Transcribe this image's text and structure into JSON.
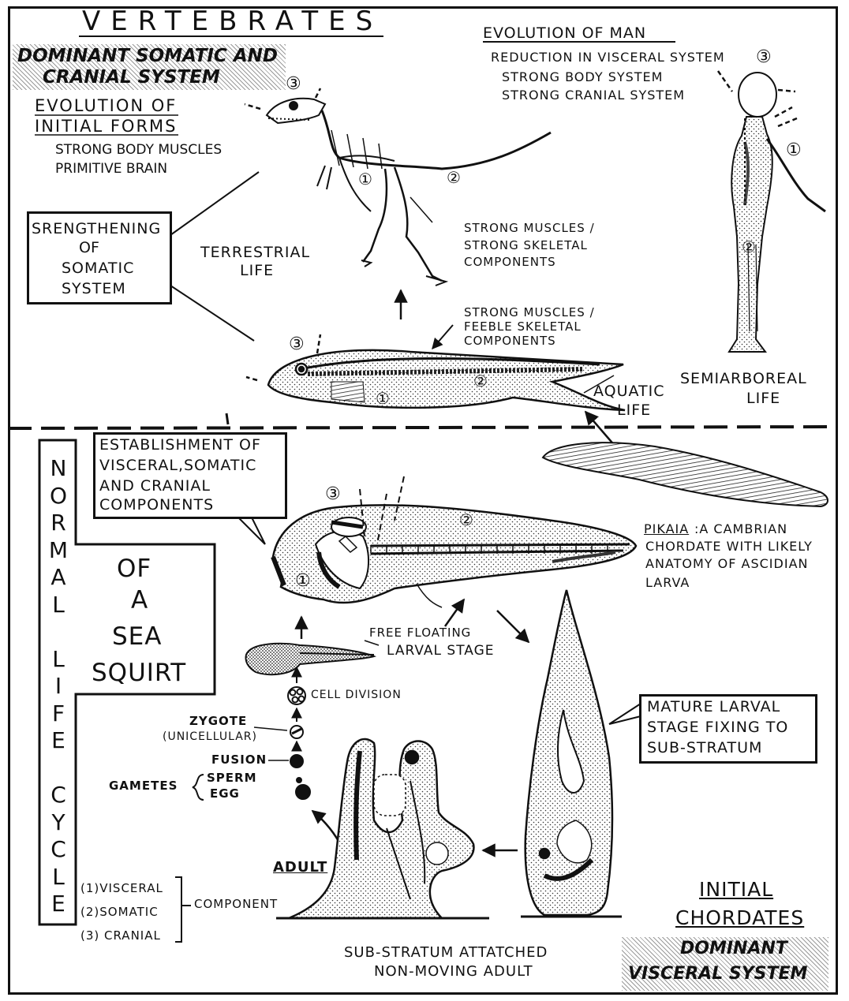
{
  "top": {
    "title": "VERTEBRATES",
    "dominant": [
      "DOMINANT SOMATIC AND",
      "CRANIAL SYSTEM"
    ],
    "initial_forms": [
      "EVOLUTION OF",
      "INITIAL FORMS"
    ],
    "initial_traits": [
      "STRONG BODY MUSCLES",
      "PRIMITIVE BRAIN"
    ],
    "strengthening": [
      "SRENGTHENING",
      "OF",
      "SOMATIC",
      "SYSTEM"
    ],
    "terrestrial": [
      "TERRESTRIAL",
      "LIFE"
    ],
    "strong_strong": [
      "STRONG MUSCLES /",
      "STRONG SKELETAL",
      "COMPONENTS"
    ],
    "strong_feeble": [
      "STRONG MUSCLES /",
      "FEEBLE SKELETAL",
      "COMPONENTS"
    ],
    "aquatic": [
      "AQUATIC",
      "LIFE"
    ],
    "semiarboreal": [
      "SEMIARBOREAL",
      "LIFE"
    ],
    "man_title": "EVOLUTION OF MAN",
    "man_traits": [
      "REDUCTION IN VISCERAL SYSTEM",
      "STRONG BODY SYSTEM",
      "STRONG CRANIAL SYSTEM"
    ]
  },
  "bottom": {
    "side_title": [
      "N",
      "O",
      "R",
      "M",
      "A",
      "L",
      " ",
      "L",
      "I",
      "F",
      "E",
      " ",
      "C",
      "Y",
      "C",
      "L",
      "E"
    ],
    "of_sea_squirt": [
      "OF",
      "A",
      "SEA",
      "SQUIRT"
    ],
    "establishment": [
      "ESTABLISHMENT OF",
      "VISCERAL,SOMATIC",
      "AND CRANIAL",
      "COMPONENTS"
    ],
    "pikaia_name": "PIKAIA",
    "pikaia_desc": [
      ":A CAMBRIAN",
      "CHORDATE WITH LIKELY",
      "ANATOMY OF ASCIDIAN",
      "LARVA"
    ],
    "free_floating": [
      "FREE FLOATING",
      "LARVAL STAGE"
    ],
    "cell_division": "CELL DIVISION",
    "zygote": [
      "ZYGOTE",
      "(UNICELLULAR)"
    ],
    "fusion": "FUSION",
    "gametes": "GAMETES",
    "sperm": "SPERM",
    "egg": "EGG",
    "mature": [
      "MATURE LARVAL",
      "STAGE FIXING TO",
      "SUB-STRATUM"
    ],
    "adult": "ADULT",
    "components": [
      "(1)VISCERAL",
      "(2)SOMATIC",
      "(3) CRANIAL"
    ],
    "component_label": "COMPONENT",
    "substratum": [
      "SUB-STRATUM ATTATCHED",
      "NON-MOVING ADULT"
    ],
    "initial_chordates": [
      "INITIAL",
      "CHORDATES"
    ],
    "dominant_visceral": [
      "DOMINANT",
      "VISCERAL SYSTEM"
    ]
  },
  "markers": [
    "①",
    "②",
    "③"
  ]
}
